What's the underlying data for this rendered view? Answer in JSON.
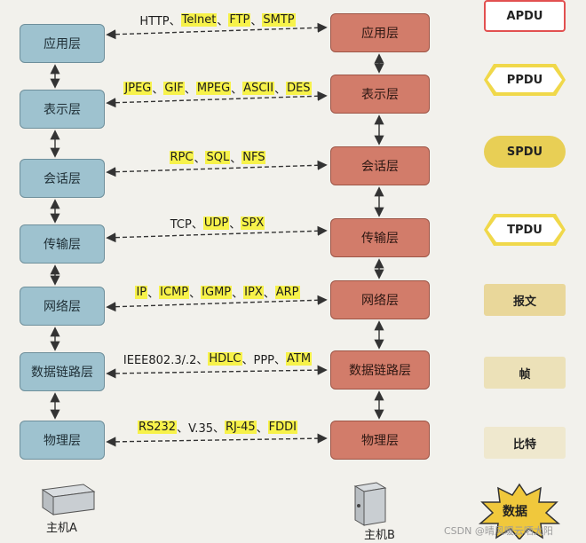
{
  "hostA": {
    "label": "主机A",
    "layers": [
      "应用层",
      "表示层",
      "会话层",
      "传输层",
      "网络层",
      "数据链路层",
      "物理层"
    ]
  },
  "hostB": {
    "label": "主机B",
    "layers": [
      "应用层",
      "表示层",
      "会话层",
      "传输层",
      "网络层",
      "数据链路层",
      "物理层"
    ]
  },
  "protocols": [
    [
      {
        "t": "HTTP、",
        "h": false
      },
      {
        "t": "Telnet",
        "h": true
      },
      {
        "t": "、",
        "h": false
      },
      {
        "t": "FTP",
        "h": true
      },
      {
        "t": "、",
        "h": false
      },
      {
        "t": "SMTP",
        "h": true
      }
    ],
    [
      {
        "t": "JPEG",
        "h": true
      },
      {
        "t": "、",
        "h": false
      },
      {
        "t": "GIF",
        "h": true
      },
      {
        "t": "、",
        "h": false
      },
      {
        "t": "MPEG",
        "h": true
      },
      {
        "t": "、",
        "h": false
      },
      {
        "t": "ASCII",
        "h": true
      },
      {
        "t": "、",
        "h": false
      },
      {
        "t": "DES",
        "h": true
      }
    ],
    [
      {
        "t": "RPC",
        "h": true
      },
      {
        "t": "、",
        "h": false
      },
      {
        "t": "SQL",
        "h": true
      },
      {
        "t": "、",
        "h": false
      },
      {
        "t": "NFS",
        "h": true
      }
    ],
    [
      {
        "t": "TCP、",
        "h": false
      },
      {
        "t": "UDP",
        "h": true
      },
      {
        "t": "、",
        "h": false
      },
      {
        "t": "SPX",
        "h": true
      }
    ],
    [
      {
        "t": "IP",
        "h": true
      },
      {
        "t": "、",
        "h": false
      },
      {
        "t": "ICMP",
        "h": true
      },
      {
        "t": "、",
        "h": false
      },
      {
        "t": "IGMP",
        "h": true
      },
      {
        "t": "、",
        "h": false
      },
      {
        "t": "IPX",
        "h": true
      },
      {
        "t": "、",
        "h": false
      },
      {
        "t": "ARP",
        "h": true
      }
    ],
    [
      {
        "t": "IEEE802.3/.2、",
        "h": false
      },
      {
        "t": "HDLC",
        "h": true
      },
      {
        "t": "、PPP、",
        "h": false
      },
      {
        "t": "ATM",
        "h": true
      }
    ],
    [
      {
        "t": "RS232",
        "h": true
      },
      {
        "t": "、V.35、",
        "h": false
      },
      {
        "t": "RJ-45",
        "h": true
      },
      {
        "t": "、",
        "h": false
      },
      {
        "t": "FDDI",
        "h": true
      }
    ]
  ],
  "pdus": [
    "APDU",
    "PPDU",
    "SPDU",
    "TPDU",
    "报文",
    "帧",
    "比特"
  ],
  "data_unit_badge": "数据",
  "watermark": "CSDN @晴风暖云晒太阳",
  "colors": {
    "layer_a": "#9ec2cf",
    "layer_b": "#d27c6a",
    "highlight": "#f7f24a",
    "apdu_border": "#e25050",
    "badge": "#f0c83c"
  }
}
